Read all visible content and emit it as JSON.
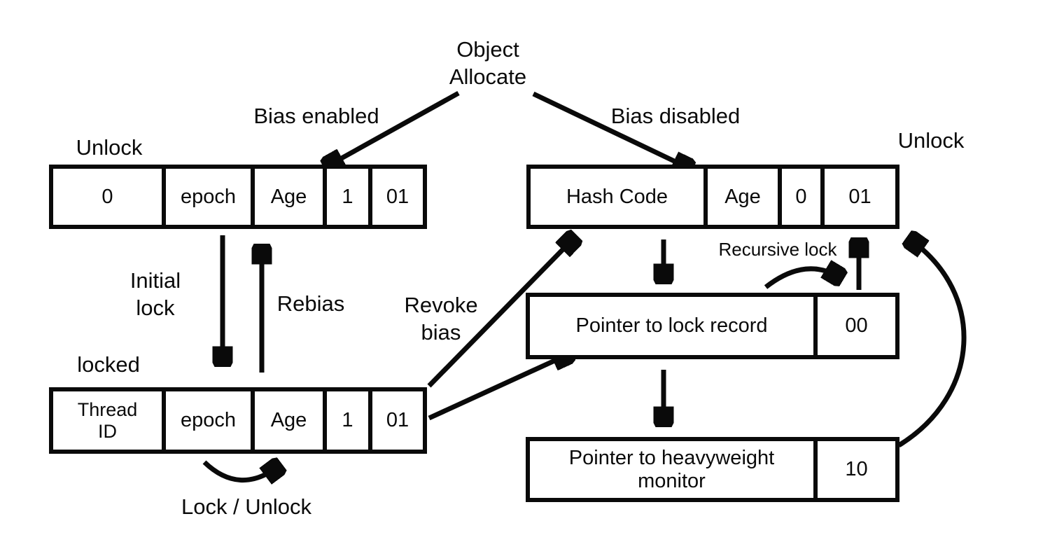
{
  "labels": {
    "object_allocate": "Object\nAllocate",
    "bias_enabled": "Bias enabled",
    "bias_disabled": "Bias disabled",
    "unlock_left": "Unlock",
    "unlock_right": "Unlock",
    "initial_lock": "Initial\nlock",
    "rebias": "Rebias",
    "locked": "locked",
    "revoke_bias": "Revoke\nbias",
    "lock_unlock": "Lock / Unlock",
    "recursive_lock": "Recursive lock"
  },
  "boxes": {
    "biased_unlocked": {
      "cells": [
        "0",
        "epoch",
        "Age",
        "1",
        "01"
      ]
    },
    "biased_locked": {
      "cells": [
        "Thread\nID",
        "epoch",
        "Age",
        "1",
        "01"
      ]
    },
    "unbiased_unlocked": {
      "cells": [
        "Hash Code",
        "Age",
        "0",
        "01"
      ]
    },
    "lightweight_locked": {
      "cells": [
        "Pointer to lock record",
        "00"
      ]
    },
    "heavyweight_locked": {
      "cells": [
        "Pointer to heavyweight\nmonitor",
        "10"
      ]
    }
  },
  "colors": {
    "line": "#0a0a0a",
    "background": "#ffffff"
  }
}
